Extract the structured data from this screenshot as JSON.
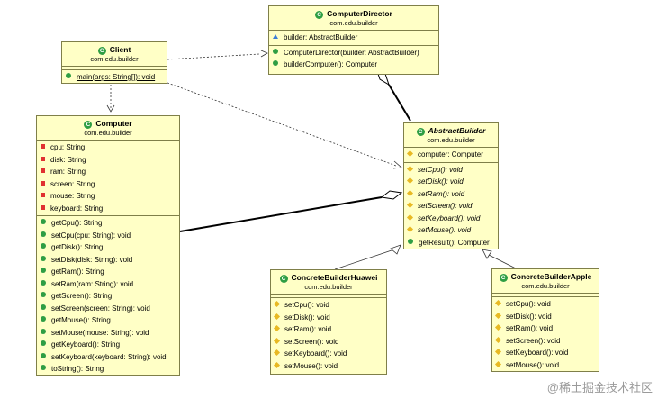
{
  "classes": {
    "director": {
      "name": "ComputerDirector",
      "package": "com.edu.builder",
      "attributes": [
        {
          "vis": "package",
          "text": "builder: AbstractBuilder"
        }
      ],
      "methods": [
        {
          "vis": "public",
          "text": "ComputerDirector(builder: AbstractBuilder)"
        },
        {
          "vis": "public",
          "text": "builderComputer(): Computer"
        }
      ]
    },
    "client": {
      "name": "Client",
      "package": "com.edu.builder",
      "attributes": [],
      "methods": [
        {
          "vis": "public",
          "text": "main(args: String[]): void",
          "static": true
        }
      ]
    },
    "computer": {
      "name": "Computer",
      "package": "com.edu.builder",
      "attributes": [
        {
          "vis": "private",
          "text": "cpu: String"
        },
        {
          "vis": "private",
          "text": "disk: String"
        },
        {
          "vis": "private",
          "text": "ram: String"
        },
        {
          "vis": "private",
          "text": "screen: String"
        },
        {
          "vis": "private",
          "text": "mouse: String"
        },
        {
          "vis": "private",
          "text": "keyboard: String"
        }
      ],
      "methods": [
        {
          "vis": "public",
          "text": "getCpu(): String"
        },
        {
          "vis": "public",
          "text": "setCpu(cpu: String): void"
        },
        {
          "vis": "public",
          "text": "getDisk(): String"
        },
        {
          "vis": "public",
          "text": "setDisk(disk: String): void"
        },
        {
          "vis": "public",
          "text": "getRam(): String"
        },
        {
          "vis": "public",
          "text": "setRam(ram: String): void"
        },
        {
          "vis": "public",
          "text": "getScreen(): String"
        },
        {
          "vis": "public",
          "text": "setScreen(screen: String): void"
        },
        {
          "vis": "public",
          "text": "getMouse(): String"
        },
        {
          "vis": "public",
          "text": "setMouse(mouse: String): void"
        },
        {
          "vis": "public",
          "text": "getKeyboard(): String"
        },
        {
          "vis": "public",
          "text": "setKeyboard(keyboard: String): void"
        },
        {
          "vis": "public",
          "text": "toString(): String"
        }
      ]
    },
    "abstractBuilder": {
      "name": "AbstractBuilder",
      "package": "com.edu.builder",
      "attributes": [
        {
          "vis": "protected",
          "text": "computer: Computer"
        }
      ],
      "methods": [
        {
          "vis": "protected",
          "text": "setCpu(): void",
          "abstract": true
        },
        {
          "vis": "protected",
          "text": "setDisk(): void",
          "abstract": true
        },
        {
          "vis": "protected",
          "text": "setRam(): void",
          "abstract": true
        },
        {
          "vis": "protected",
          "text": "setScreen(): void",
          "abstract": true
        },
        {
          "vis": "protected",
          "text": "setKeyboard(): void",
          "abstract": true
        },
        {
          "vis": "protected",
          "text": "setMouse(): void",
          "abstract": true
        },
        {
          "vis": "public",
          "text": "getResult(): Computer"
        }
      ]
    },
    "huawei": {
      "name": "ConcreteBuilderHuawei",
      "package": "com.edu.builder",
      "attributes": [],
      "methods": [
        {
          "vis": "protected",
          "text": "setCpu(): void"
        },
        {
          "vis": "protected",
          "text": "setDisk(): void"
        },
        {
          "vis": "protected",
          "text": "setRam(): void"
        },
        {
          "vis": "protected",
          "text": "setScreen(): void"
        },
        {
          "vis": "protected",
          "text": "setKeyboard(): void"
        },
        {
          "vis": "protected",
          "text": "setMouse(): void"
        }
      ]
    },
    "apple": {
      "name": "ConcreteBuilderApple",
      "package": "com.edu.builder",
      "attributes": [],
      "methods": [
        {
          "vis": "protected",
          "text": "setCpu(): void"
        },
        {
          "vis": "protected",
          "text": "setDisk(): void"
        },
        {
          "vis": "protected",
          "text": "setRam(): void"
        },
        {
          "vis": "protected",
          "text": "setScreen(): void"
        },
        {
          "vis": "protected",
          "text": "setKeyboard(): void"
        },
        {
          "vis": "protected",
          "text": "setMouse(): void"
        }
      ]
    }
  },
  "class_icon": "class-icon",
  "visibility_icons": {
    "private": "private-field-icon",
    "public": "public-member-icon",
    "protected": "protected-member-icon",
    "package": "package-visibility-icon"
  },
  "relations": [
    {
      "from": "client",
      "to": "director",
      "kind": "dependency"
    },
    {
      "from": "client",
      "to": "computer",
      "kind": "dependency"
    },
    {
      "from": "client",
      "to": "abstractBuilder",
      "kind": "dependency"
    },
    {
      "from": "director",
      "to": "abstractBuilder",
      "kind": "aggregation"
    },
    {
      "from": "abstractBuilder",
      "to": "computer",
      "kind": "aggregation"
    },
    {
      "from": "huawei",
      "to": "abstractBuilder",
      "kind": "generalization"
    },
    {
      "from": "apple",
      "to": "abstractBuilder",
      "kind": "generalization"
    }
  ],
  "colors": {
    "class_fill": "#ffffc6",
    "class_border": "#7f7f49",
    "class_icon": "#2f9e44"
  },
  "watermark": "@稀土掘金技术社区"
}
